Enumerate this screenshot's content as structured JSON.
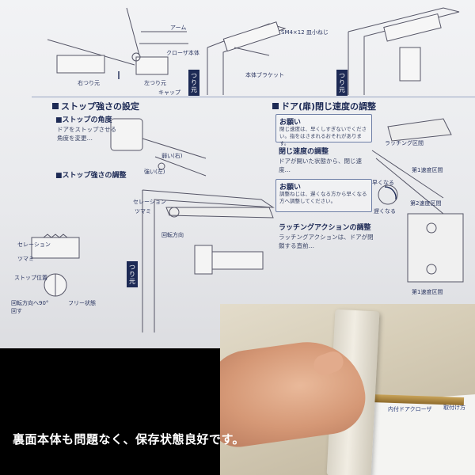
{
  "manual": {
    "section_stop_title": "ストップ強さの設定",
    "stop_angle_sub": "■ストップの角度",
    "stop_angle_text": "ドアをストップさせる角度を変更…",
    "stop_strength_sub": "■ストップ強さの調整",
    "label_sel_top": "セレーション",
    "label_tsumami": "ツマミ",
    "label_stop_pos": "ストップ位置",
    "label_rotate": "回転方向へ90°回す",
    "label_free": "フリー状態",
    "label_sel_mid": "セレーション",
    "label_tsumami_mid": "ツマミ",
    "label_dir_in": "回転方向",
    "label_yowai": "弱い(右)",
    "label_tsuyoi": "強い(左)",
    "side_tag_left": "つり元",
    "side_tag_mid": "つり元",
    "side_tag_right": "つり元",
    "label_tsurimoto": "右つり元",
    "label_hidari": "左つり元",
    "label_cap": "キャップ",
    "label_arm": "アーム",
    "label_closer": "クローザ本体",
    "label_bracket": "本体ブラケット",
    "label_screw": "SM4×12 皿小ねじ",
    "section_speed_title": "ドア(扉)閉じ速度の調整",
    "note_oneg1": "お願い",
    "note1_text": "閉じ速度は、早くしすぎないでください。指をはさまれるおそれがあります。",
    "speed_sub1": "閉じ速度の調整",
    "speed_text1": "ドアが開いた状態から、閉じ速度…",
    "note_oneg2": "お願い",
    "note2_text": "調整ねじは、遅くなる方から早くなる方へ調整してください。",
    "latch_sub": "ラッチングアクションの調整",
    "latch_text": "ラッチングアクションは、ドアが閉鎖する直前…",
    "label_latch_zone": "ラッチング区間",
    "label_zone1": "第1速度区間",
    "label_hayaku": "早くなる",
    "label_osoku": "遅くなる",
    "label_zone2": "第2速度区間",
    "label_zone_1b": "第1速度区間"
  },
  "photo": {
    "label_uchitsuke": "内付ドアクローザ",
    "label_sub": "取付け方"
  },
  "caption": "裏面本体も問題なく、保存状態良好です。"
}
